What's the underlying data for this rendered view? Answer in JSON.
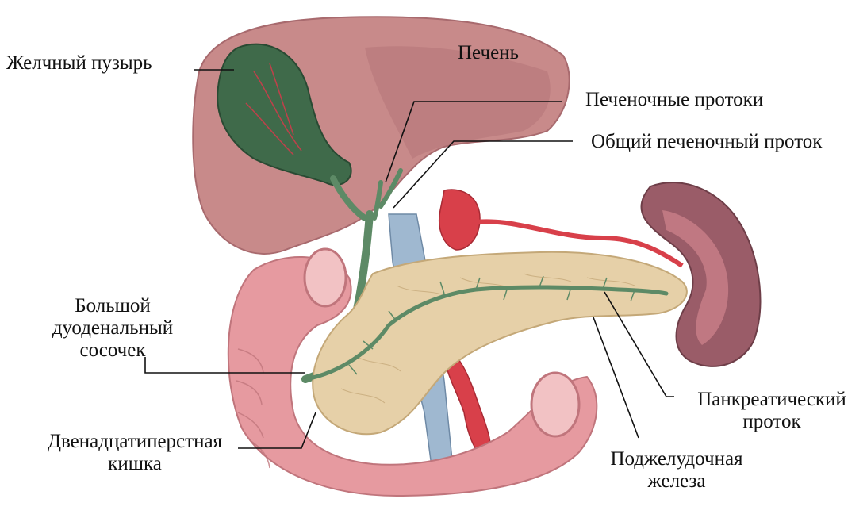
{
  "colors": {
    "liver": "#c88a8a",
    "liver_dark": "#a86a6e",
    "gallbladder": "#3f6a4a",
    "bile_duct": "#5d8a66",
    "pancreas": "#e6d0a8",
    "duodenum": "#e69aa0",
    "spleen": "#9a5c68",
    "artery": "#d8404a",
    "vein": "#9fb8d0",
    "leader": "#111111"
  },
  "labels": {
    "gallbladder": "Желчный пузырь",
    "liver": "Печень",
    "hepatic_ducts": "Печеночные протоки",
    "common_hepatic_duct": "Общий печеночный  проток",
    "papilla": [
      "Большой",
      "дуоденальный",
      "сосочек"
    ],
    "pancreatic_duct": [
      "Панкреатический",
      "проток"
    ],
    "duodenum": [
      "Двенадцатиперстная",
      "кишка"
    ],
    "pancreas": [
      "Поджелудочная",
      "железа"
    ]
  }
}
